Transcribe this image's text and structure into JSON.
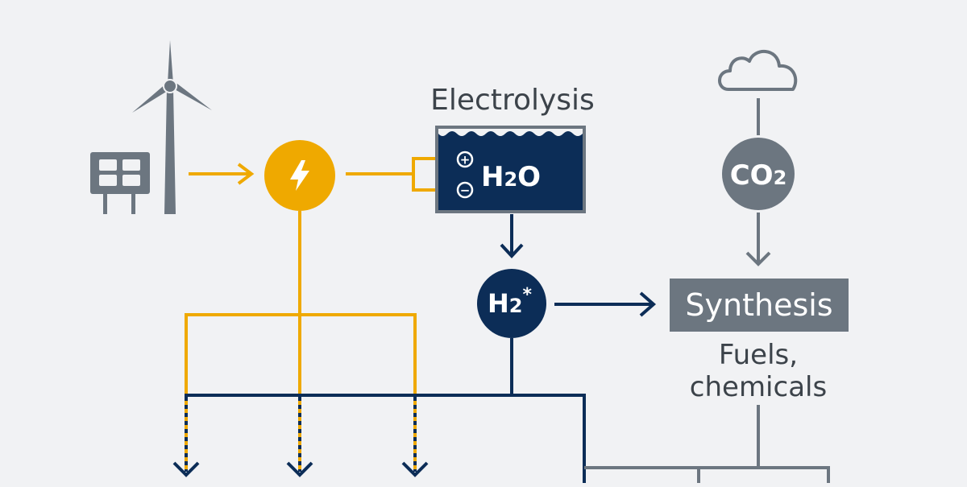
{
  "labels": {
    "electrolysis": "Electrolysis",
    "water_h": "H",
    "water_sub": "2",
    "water_o": "O",
    "plus": "+",
    "minus": "−",
    "hydrogen_h": "H",
    "hydrogen_sub": "2",
    "hydrogen_star": "*",
    "co2_co": "CO",
    "co2_sub": "2",
    "synthesis": "Synthesis",
    "products_line1": "Fuels,",
    "products_line2": "chemicals"
  },
  "colors": {
    "background": "#f1f2f4",
    "power_yellow": "#efa900",
    "hydrogen_navy": "#0c2d57",
    "carbon_gray": "#6c7680",
    "white": "#ffffff",
    "text_dark": "#3c434a"
  },
  "icons": [
    "wind-turbine-icon",
    "solar-panel-icon",
    "lightning-icon",
    "cloud-icon"
  ]
}
